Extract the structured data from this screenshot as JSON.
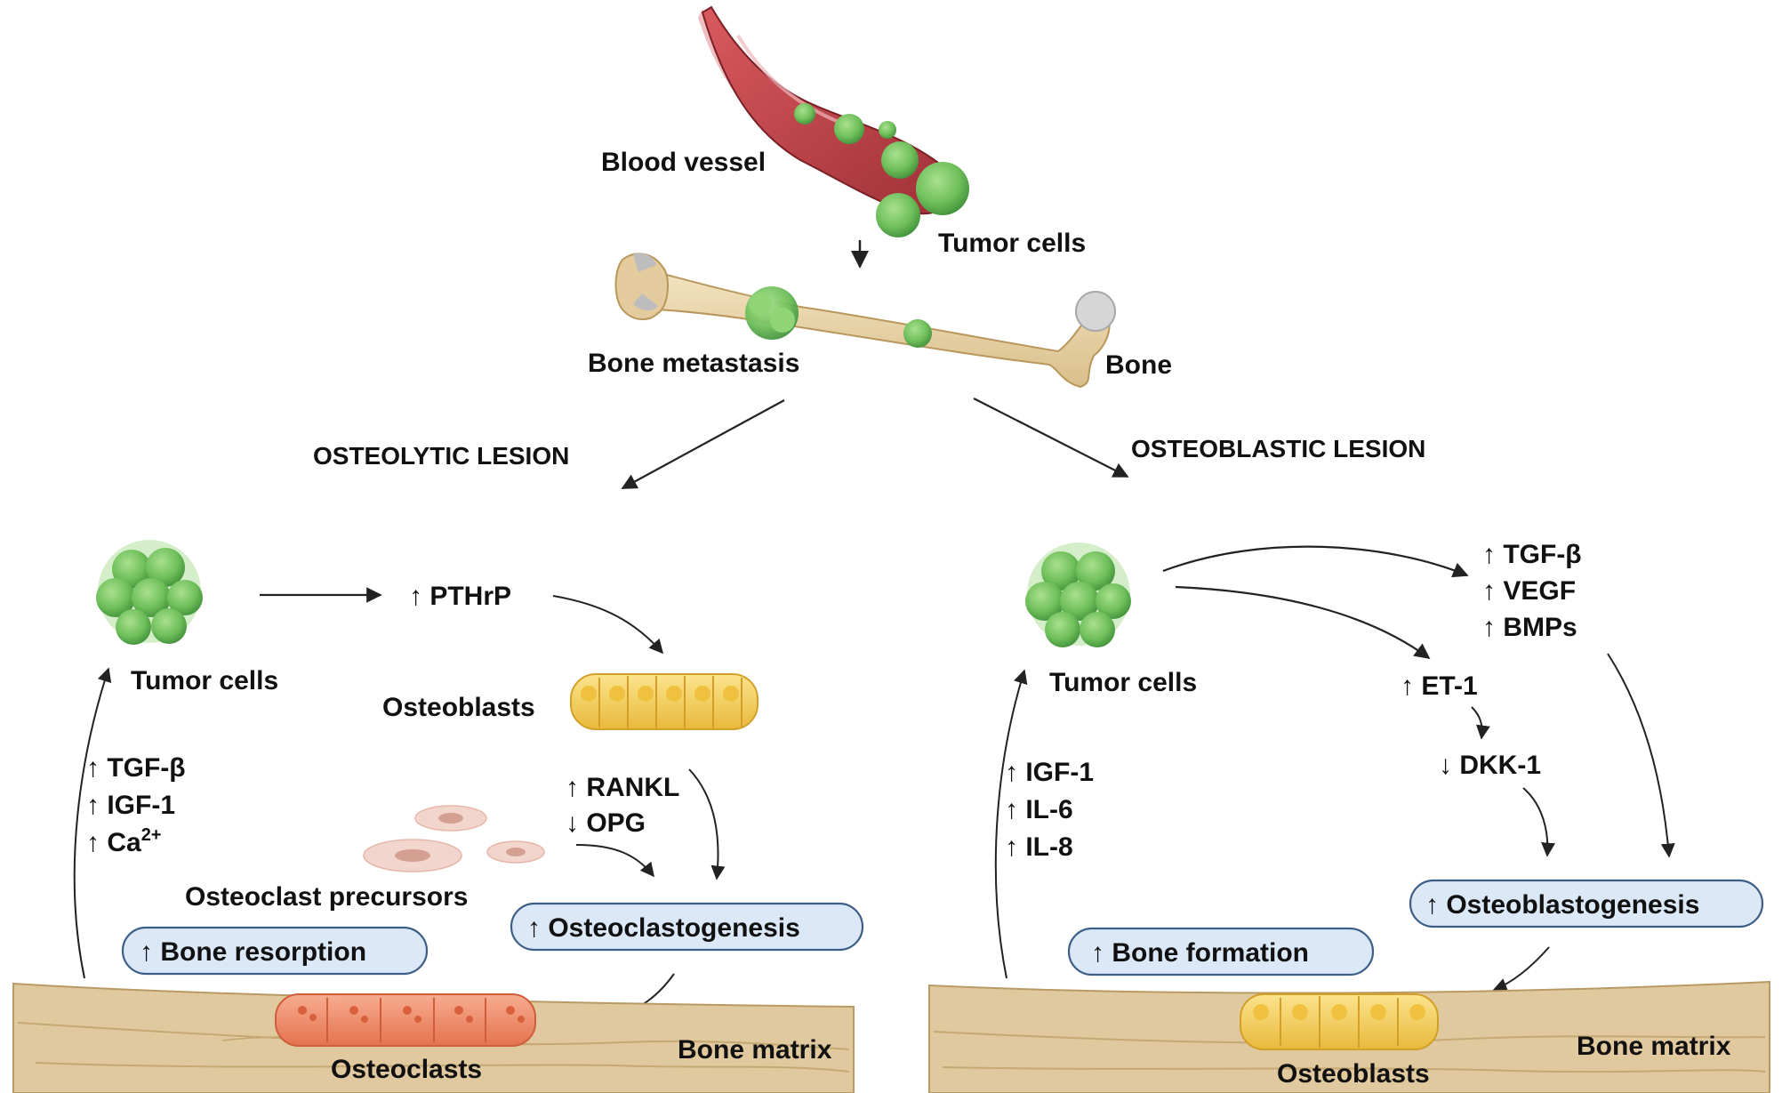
{
  "top": {
    "blood_vessel": "Blood vessel",
    "tumor_cells": "Tumor cells",
    "bone_metastasis": "Bone metastasis",
    "bone": "Bone"
  },
  "osteolytic": {
    "title": "OSTEOLYTIC LESION",
    "tumor_cells": "Tumor cells",
    "pthrp": "↑ PTHrP",
    "osteoblasts": "Osteoblasts",
    "rankl": "↑ RANKL",
    "opg": "↓ OPG",
    "factors": [
      "↑ TGF-β",
      "↑ IGF-1",
      "↑ Ca"
    ],
    "ca_superscript": "2+",
    "precursors": "Osteoclast precursors",
    "osteoclastogenesis": "↑ Osteoclastogenesis",
    "bone_resorption": "↑ Bone resorption",
    "bone_matrix": "Bone matrix",
    "osteoclasts": "Osteoclasts"
  },
  "osteoblastic": {
    "title": "OSTEOBLASTIC LESION",
    "tumor_cells": "Tumor cells",
    "secreted": [
      "↑ TGF-β",
      "↑ VEGF",
      "↑ BMPs"
    ],
    "et1": "↑ ET-1",
    "dkk1": "↓ DKK-1",
    "factors": [
      "↑ IGF-1",
      "↑ IL-6",
      "↑ IL-8"
    ],
    "osteoblastogenesis": "↑ Osteoblastogenesis",
    "bone_formation": "↑ Bone formation",
    "bone_matrix": "Bone matrix",
    "osteoblasts": "Osteoblasts"
  },
  "colors": {
    "vessel": "#c0444a",
    "tumor": "#6fbf5b",
    "bone": "#ecd9b0",
    "osteoblast": "#f4cf5d",
    "osteoclast": "#f08c6c",
    "pill_fill": "#dbe8f7",
    "pill_stroke": "#3d5f87"
  }
}
